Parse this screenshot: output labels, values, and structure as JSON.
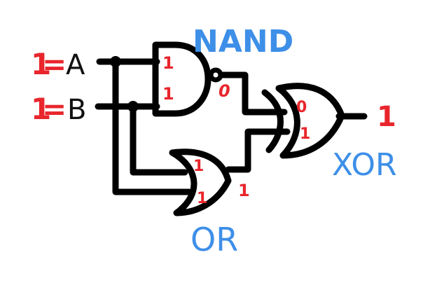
{
  "colors": {
    "wire": "#000000",
    "signal_value": "#e8262c",
    "gate_label": "#3d8fe8",
    "input_name": "#111111",
    "background": "#ffffff"
  },
  "inputs": [
    {
      "value": "1",
      "equals": "=",
      "name": "A"
    },
    {
      "value": "1",
      "equals": "=",
      "name": "B"
    }
  ],
  "gates": {
    "nand": {
      "label": "NAND",
      "input_values": [
        "1",
        "1"
      ],
      "output_value": "0"
    },
    "or": {
      "label": "OR",
      "input_values": [
        "1",
        "1"
      ],
      "output_value": "1"
    },
    "xor": {
      "label": "XOR",
      "input_values": [
        "0",
        "1"
      ],
      "output_value": "1"
    }
  }
}
